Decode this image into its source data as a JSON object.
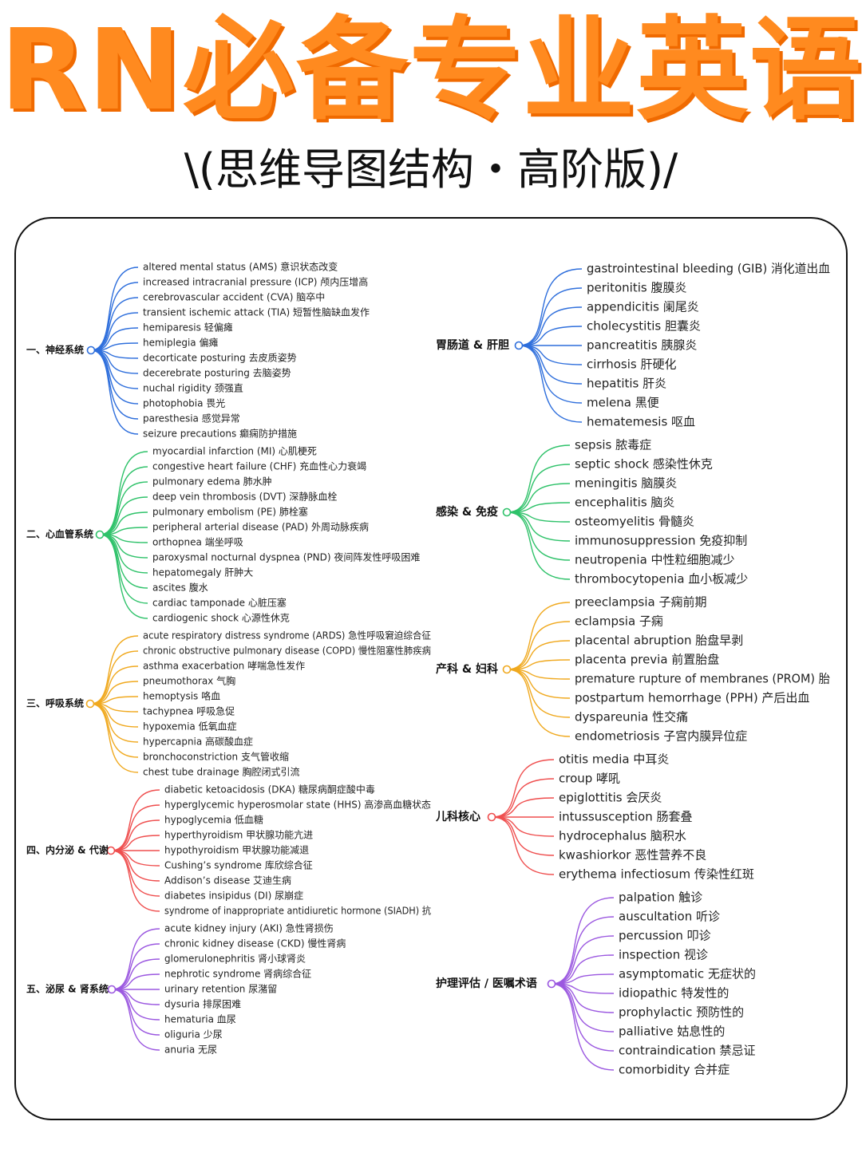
{
  "title": "RN必备专业英语",
  "subtitle": "\\(思维导图结构・高阶版)/",
  "branches": [
    {
      "title": "一、神经系统",
      "color": "#2f6fdc",
      "items": [
        "altered mental status (AMS) 意识状态改变",
        "increased intracranial pressure (ICP) 颅内压增高",
        "cerebrovascular accident (CVA) 脑卒中",
        "transient ischemic attack (TIA) 短暂性脑缺血发作",
        "hemiparesis 轻偏瘫",
        "hemiplegia 偏瘫",
        "decorticate posturing 去皮质姿势",
        "decerebrate posturing 去脑姿势",
        "nuchal rigidity 颈强直",
        "photophobia 畏光",
        "paresthesia 感觉异常",
        "seizure precautions 癫痫防护措施"
      ]
    },
    {
      "title": "二、心血管系统",
      "color": "#2fc26a",
      "items": [
        "myocardial infarction (MI) 心肌梗死",
        "congestive heart failure (CHF) 充血性心力衰竭",
        "pulmonary edema 肺水肿",
        "deep vein thrombosis (DVT) 深静脉血栓",
        "pulmonary embolism (PE) 肺栓塞",
        "peripheral arterial disease (PAD) 外周动脉疾病",
        "orthopnea 端坐呼吸",
        "paroxysmal nocturnal dyspnea (PND) 夜间阵发性呼吸困难",
        "hepatomegaly 肝肿大",
        "ascites 腹水",
        "cardiac tamponade 心脏压塞",
        "cardiogenic shock 心源性休克"
      ]
    },
    {
      "title": "三、呼吸系统",
      "color": "#f0a91f",
      "items": [
        "acute respiratory distress syndrome (ARDS) 急性呼吸窘迫综合征",
        "chronic obstructive pulmonary disease (COPD) 慢性阻塞性肺疾病",
        "asthma exacerbation 哮喘急性发作",
        "pneumothorax 气胸",
        "hemoptysis 咯血",
        "tachypnea 呼吸急促",
        "hypoxemia 低氧血症",
        "hypercapnia 高碳酸血症",
        "bronchoconstriction 支气管收缩",
        "chest tube drainage 胸腔闭式引流"
      ]
    },
    {
      "title": "四、内分泌 & 代谢",
      "color": "#ef4e4e",
      "items": [
        "diabetic ketoacidosis (DKA) 糖尿病酮症酸中毒",
        "hyperglycemic hyperosmolar state (HHS) 高渗高血糖状态",
        "hypoglycemia 低血糖",
        "hyperthyroidism 甲状腺功能亢进",
        "hypothyroidism 甲状腺功能减退",
        "Cushing’s syndrome 库欣综合征",
        "Addison’s disease 艾迪生病",
        "diabetes insipidus (DI) 尿崩症",
        "syndrome of inappropriate antidiuretic hormone (SIADH) 抗"
      ]
    },
    {
      "title": "五、泌尿 & 肾系统",
      "color": "#9b58e0",
      "items": [
        "acute kidney injury (AKI) 急性肾损伤",
        "chronic kidney disease (CKD) 慢性肾病",
        "glomerulonephritis 肾小球肾炎",
        "nephrotic syndrome 肾病综合征",
        "urinary retention 尿潴留",
        "dysuria 排尿困难",
        "hematuria 血尿",
        "oliguria 少尿",
        "anuria 无尿"
      ]
    },
    {
      "title": "胃肠道 & 肝胆",
      "color": "#2f6fdc",
      "items": [
        "gastrointestinal bleeding (GIB) 消化道出血",
        "peritonitis 腹膜炎",
        "appendicitis 阑尾炎",
        "cholecystitis 胆囊炎",
        "pancreatitis 胰腺炎",
        "cirrhosis 肝硬化",
        "hepatitis 肝炎",
        "melena 黑便",
        "hematemesis 呕血"
      ]
    },
    {
      "title": "感染 & 免疫",
      "color": "#2fc26a",
      "items": [
        "sepsis 脓毒症",
        "septic shock 感染性休克",
        "meningitis 脑膜炎",
        "encephalitis 脑炎",
        "osteomyelitis 骨髓炎",
        "immunosuppression 免疫抑制",
        "neutropenia 中性粒细胞减少",
        "thrombocytopenia 血小板减少"
      ]
    },
    {
      "title": "产科 & 妇科",
      "color": "#f0a91f",
      "items": [
        "preeclampsia 子痫前期",
        "eclampsia 子痫",
        "placental abruption 胎盘早剥",
        "placenta previa 前置胎盘",
        "premature rupture of membranes (PROM) 胎",
        "postpartum hemorrhage (PPH) 产后出血",
        "dyspareunia 性交痛",
        "endometriosis 子宫内膜异位症"
      ]
    },
    {
      "title": "儿科核心",
      "color": "#ef4e4e",
      "items": [
        "otitis media 中耳炎",
        "croup 哮吼",
        "epiglottitis 会厌炎",
        "intussusception 肠套叠",
        "hydrocephalus 脑积水",
        "kwashiorkor 恶性营养不良",
        "erythema infectiosum 传染性红斑"
      ]
    },
    {
      "title": "护理评估 / 医嘱术语",
      "color": "#9b58e0",
      "items": [
        "palpation 触诊",
        "auscultation 听诊",
        "percussion 叩诊",
        "inspection 视诊",
        "asymptomatic 无症状的",
        "idiopathic 特发性的",
        "prophylactic 预防性的",
        "palliative 姑息性的",
        "contraindication 禁忌证",
        "comorbidity 合并症"
      ]
    }
  ]
}
